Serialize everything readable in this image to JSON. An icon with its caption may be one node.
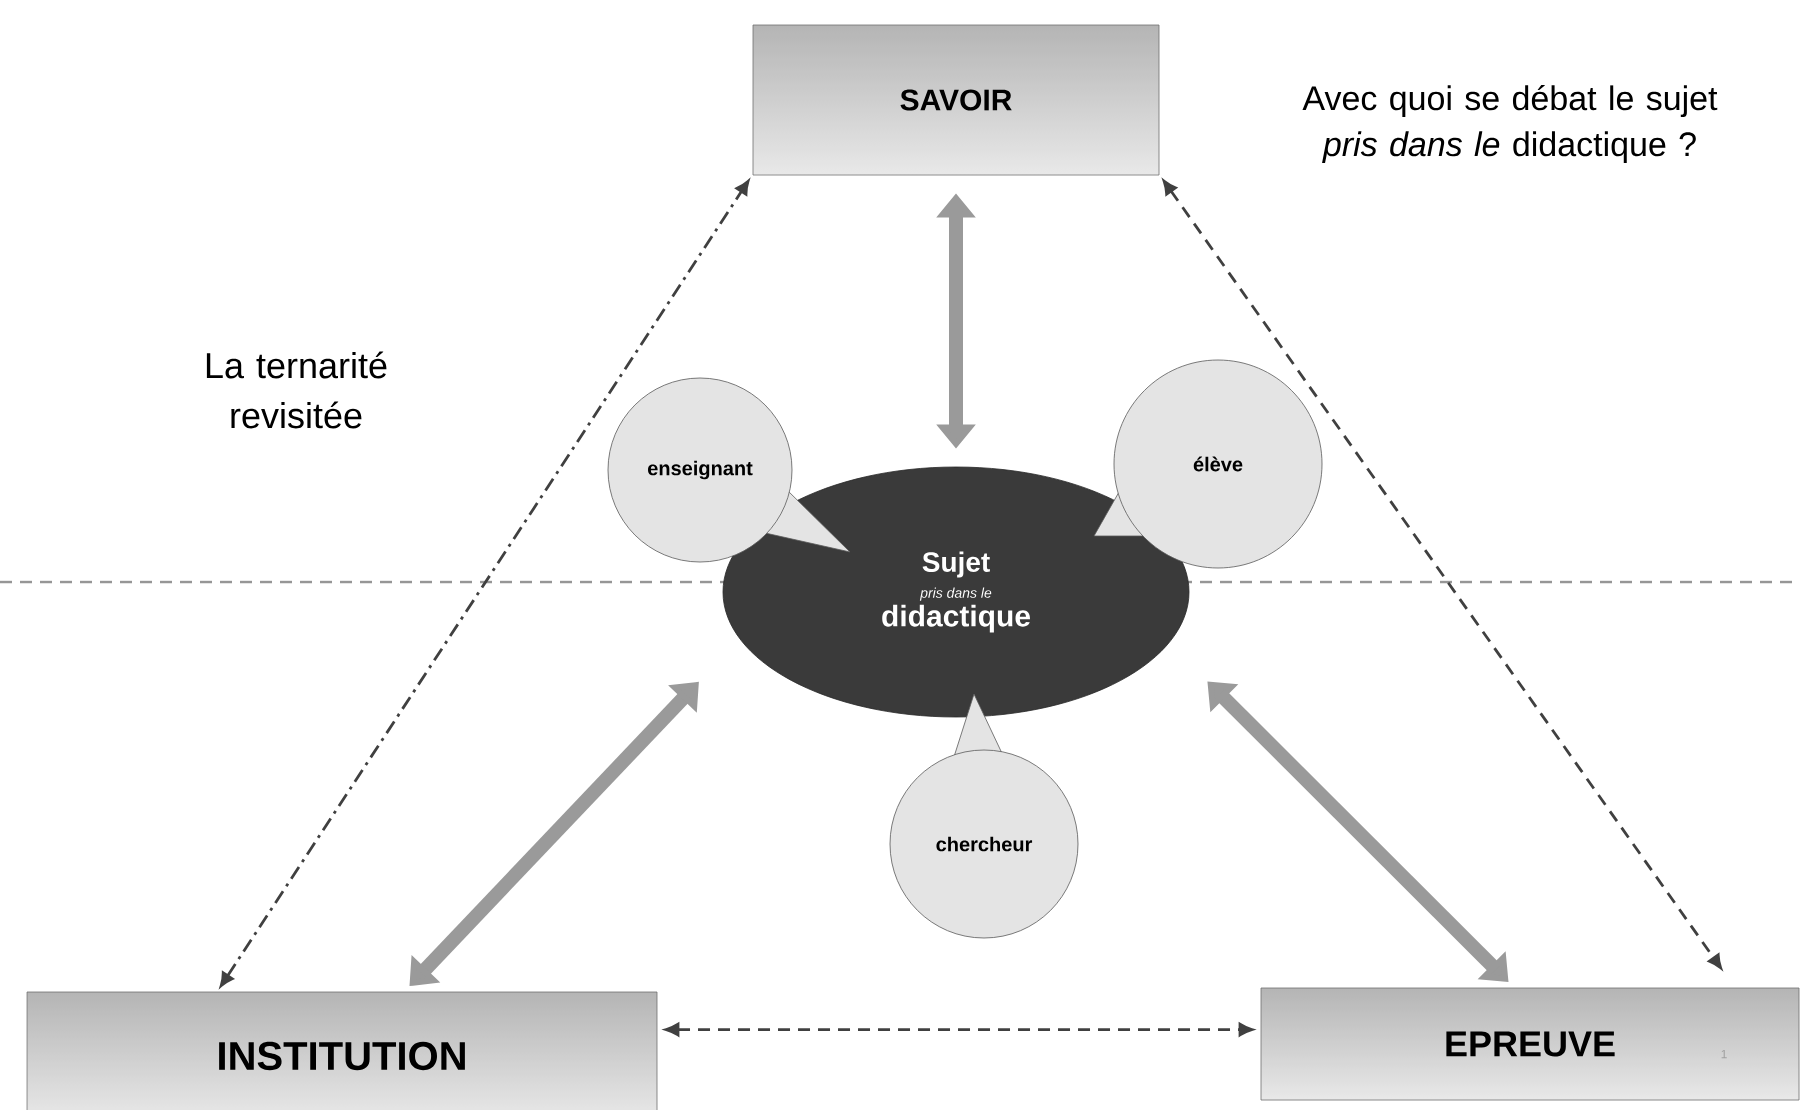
{
  "diagram": {
    "nodes": [
      {
        "text": [
          "SAVOIR"
        ]
      },
      {
        "text": [
          "Sujet",
          "pris dans le",
          "didactique"
        ]
      },
      {
        "text": [
          "INSTITUTION"
        ]
      },
      {
        "text": [
          "EPREUVE"
        ]
      },
      {
        "text": [
          "enseignant"
        ]
      },
      {
        "text": [
          "élève"
        ]
      },
      {
        "text": [
          "chercheur"
        ]
      }
    ],
    "edges": [
      {
        "from": 0,
        "to": 1,
        "arrow": "both",
        "style": "thick",
        "color": "#9a9a9a"
      },
      {
        "from": 1,
        "to": 2,
        "arrow": "both",
        "style": "thick",
        "color": "#9a9a9a"
      },
      {
        "from": 1,
        "to": 3,
        "arrow": "both",
        "style": "thick",
        "color": "#9a9a9a"
      },
      {
        "from": 2,
        "to": 0,
        "arrow": "both",
        "style": "dashed"
      },
      {
        "from": 0,
        "to": 3,
        "arrow": "both",
        "style": "dashed"
      },
      {
        "from": 2,
        "to": 3,
        "arrow": "both",
        "style": "dashed"
      }
    ],
    "labels": [
      "La ternarité revisitée",
      "Avec quoi se débat le sujet *pris dans le* didactique ?",
      "1"
    ]
  }
}
